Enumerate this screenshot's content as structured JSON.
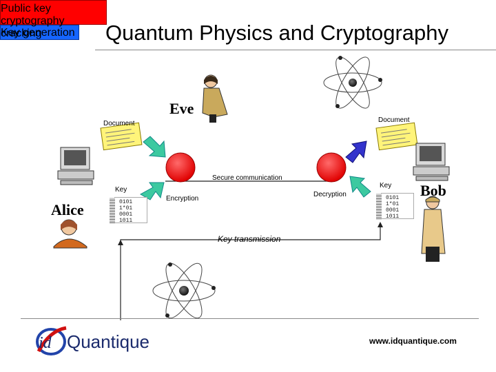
{
  "title": "Quantum Physics and Cryptography",
  "eve": {
    "label": "Eve",
    "crack_box": [
      "Public key cryptography",
      "cracking"
    ]
  },
  "alice": {
    "label": "Alice",
    "key_label": "Key",
    "key_bits": [
      "0101",
      "1*01",
      "0001",
      "1011"
    ]
  },
  "bob": {
    "label": "Bob",
    "key_label": "Key",
    "key_bits": [
      "0101",
      "1*01",
      "0001",
      "1011"
    ]
  },
  "left_document": "Document",
  "right_document": "Document",
  "channel": {
    "secure": "Secure communication",
    "encryption": "Encryption",
    "decryption": "Decryption",
    "key_transmission": "Key transmission"
  },
  "key_generation": "Key generation",
  "logo": {
    "mark": "id",
    "name": "Quantique"
  },
  "url": "www.idquantique.com",
  "colors": {
    "crack_box": "#ff0000",
    "key_gen_box": "#1565ff",
    "node": "#ff0000",
    "arrow_in": "#3cc9a0",
    "arrow_eve": "#3333cc"
  }
}
